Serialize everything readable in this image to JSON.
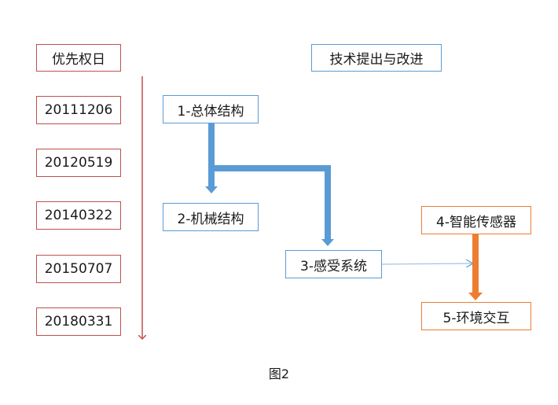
{
  "timeline": {
    "header": "优先权日",
    "dates": [
      "20111206",
      "20120519",
      "20140322",
      "20150707",
      "20180331"
    ]
  },
  "evolution": {
    "header": "技术提出与改进",
    "nodes": {
      "n1": "1-总体结构",
      "n2": "2-机械结构",
      "n3": "3-感受系统",
      "n4": "4-智能传感器",
      "n5": "5-环境交互"
    }
  },
  "caption": "图2",
  "colors": {
    "timeline": "#c0504d",
    "early_tech": "#5b9bd5",
    "late_tech": "#ed7d31"
  }
}
